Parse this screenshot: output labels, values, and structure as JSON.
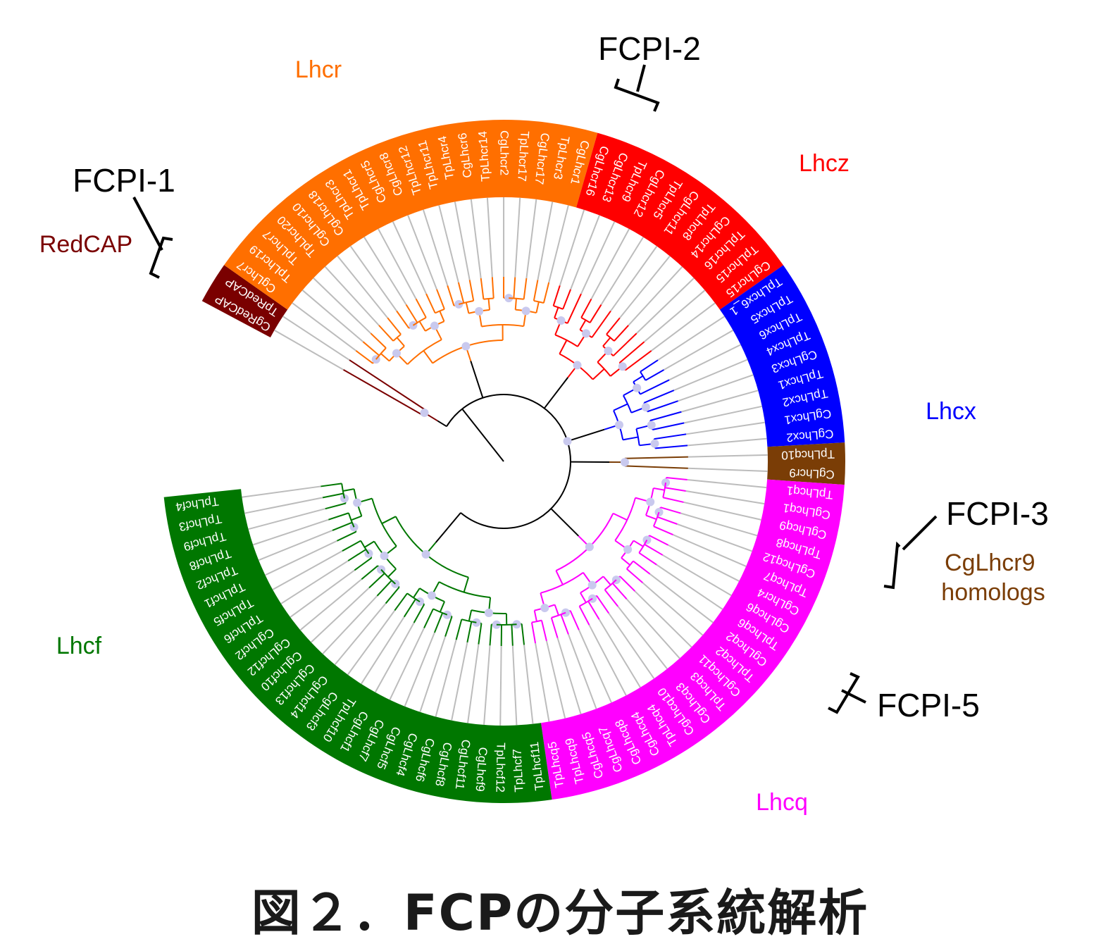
{
  "caption": "図２．FCPの分子系統解析",
  "colors": {
    "Lhcr": "#ff6f00",
    "Lhcz": "#ff0000",
    "Lhcx": "#0000ff",
    "CgLhcr9homologs": "#7a3d06",
    "Lhcq": "#ff00ff",
    "Lhcf": "#007700",
    "RedCAP": "#7a0000",
    "connector": "#bcbcbc",
    "node_dot": "#c9c9ee",
    "backbone": "#000000"
  },
  "groups": [
    {
      "id": "RedCAP",
      "label": "RedCAP",
      "leaves": [
        "CgRedCAP",
        "TpRedCAP"
      ]
    },
    {
      "id": "Lhcr",
      "label": "Lhcr",
      "leaves": [
        "CgLhcr7",
        "TpLhcr19",
        "TpLhcr7",
        "TpLhcr20",
        "CgLhcr10",
        "CgLhcr18",
        "TpLhcr3",
        "TpLhcr1",
        "CgLhcr5",
        "CgLhcr8",
        "TpLhcr12",
        "TpLhcr11",
        "TpLhcr4",
        "CgLhcr6",
        "TpLhcr14",
        "CgLhcr2",
        "TpLhcr17",
        "CgLhcr17",
        "TpLhcr3",
        "CgLhcr1"
      ]
    },
    {
      "id": "Lhcz",
      "label": "Lhcz",
      "leaves": [
        "CgLhcr16",
        "CgLhcr13",
        "TpLhcr9",
        "CgLhcr12",
        "TpLhcr5",
        "CgLhcr11",
        "TpLhcr8",
        "CgLhcr14",
        "TpLhcr16",
        "TpLhcr15",
        "CgLhcr15"
      ]
    },
    {
      "id": "Lhcx",
      "label": "Lhcx",
      "leaves": [
        "TpLhcx6_1",
        "TpLhcx5",
        "TpLhcx6",
        "TpLhcx4",
        "CgLhcx3",
        "TpLhcx1",
        "TpLhcx2",
        "CgLhcx1",
        "CgLhcx2"
      ]
    },
    {
      "id": "CgLhcr9homologs",
      "label": "CgLhcr9 homologs",
      "leaves": [
        "TpLhcq10",
        "CgLhcr9"
      ]
    },
    {
      "id": "Lhcq",
      "label": "Lhcq",
      "leaves": [
        "TpLhcq1",
        "CgLhcq1",
        "CgLhcq9",
        "TpLhcq8",
        "CgLhcq12",
        "TpLhcq7",
        "CgLhcr4",
        "CgLhcq6",
        "TpLhcq6",
        "CgLhcq2",
        "TpLhcq2",
        "CgLhcq11",
        "TpLhcq3",
        "CgLhcq3",
        "CgLhcq10",
        "TpLhcq4",
        "CgLhcq4",
        "CgLhcq8",
        "CgLhcq7",
        "CgLhcq5",
        "TpLhcq9",
        "TpLhcq5"
      ]
    },
    {
      "id": "Lhcf",
      "label": "Lhcf",
      "leaves": [
        "TpLhcf11",
        "TpLhcf7",
        "TpLhcf12",
        "CgLhcf9",
        "CgLhcf11",
        "CgLhcf8",
        "CgLhcf6",
        "CgLhcf4",
        "CgLhcf5",
        "CgLhcf7",
        "CgLhcf1",
        "TpLhcf10",
        "CgLhcf3",
        "CgLhcf14",
        "CgLhcf13",
        "CgLhcf10",
        "CgLhcf12",
        "CgLhcf2",
        "TpLhcf6",
        "TpLhcf5",
        "TpLhcf1",
        "TpLhcf2",
        "TpLhcf8",
        "TpLhcf9",
        "TpLhcf3",
        "TpLhcf4"
      ]
    }
  ],
  "annotations": [
    {
      "id": "fcpi-1",
      "label": "FCPI-1"
    },
    {
      "id": "fcpi-2",
      "label": "FCPI-2"
    },
    {
      "id": "fcpi-3",
      "label": "FCPI-3"
    },
    {
      "id": "fcpi-5",
      "label": "FCPI-5"
    }
  ]
}
